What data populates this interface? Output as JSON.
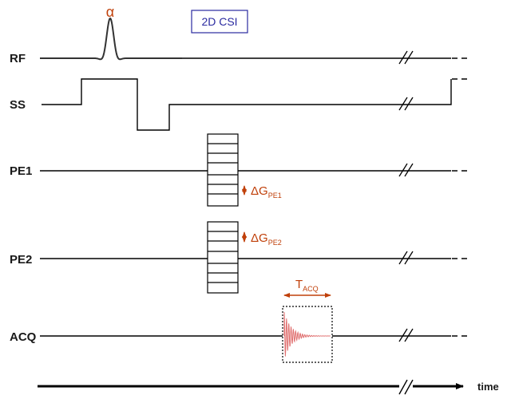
{
  "title": "2D CSI",
  "flip_angle_symbol": "α",
  "rows": {
    "rf": "RF",
    "ss": "SS",
    "pe1": "PE1",
    "pe2": "PE2",
    "acq": "ACQ"
  },
  "gradient_step_pe1": {
    "delta": "ΔG",
    "subscript": "PE1"
  },
  "gradient_step_pe2": {
    "delta": "ΔG",
    "subscript": "PE2"
  },
  "acquisition_time": {
    "symbol": "T",
    "subscript": "ACQ"
  },
  "time_axis_label": "time",
  "colors": {
    "annotation": "#c0400a",
    "title_text": "#2a2aa0",
    "fid": "#e07070",
    "line": "#000000"
  }
}
